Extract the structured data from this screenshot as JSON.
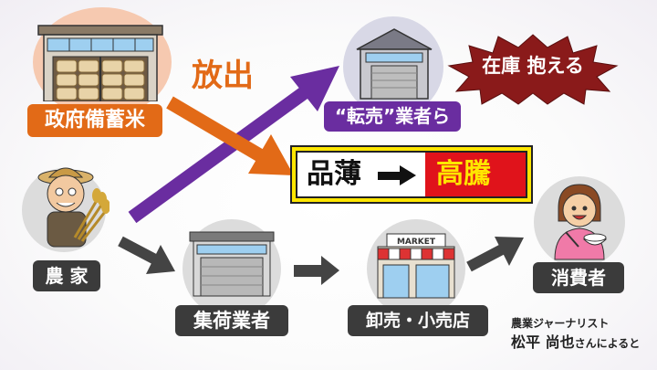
{
  "nodes": {
    "reserve": "政府備蓄米",
    "reseller": "“転売”業者ら",
    "farmer": "農 家",
    "collector": "集荷業者",
    "wholesale": "卸売・小売店",
    "consumer": "消費者"
  },
  "release_label": "放出",
  "stock_label": "在庫 抱える",
  "shortage": "品薄",
  "price_surge": "高騰",
  "market_sign": "MARKET",
  "credit": {
    "line1": "農業ジャーナリスト",
    "line2_name": "松平 尚也",
    "line2_suffix": "さんによると"
  },
  "colors": {
    "orange": "#e26a17",
    "purple": "#6a2da0",
    "red": "#e0131b",
    "dark": "#3b3b3b",
    "yellow": "#ffe600"
  }
}
